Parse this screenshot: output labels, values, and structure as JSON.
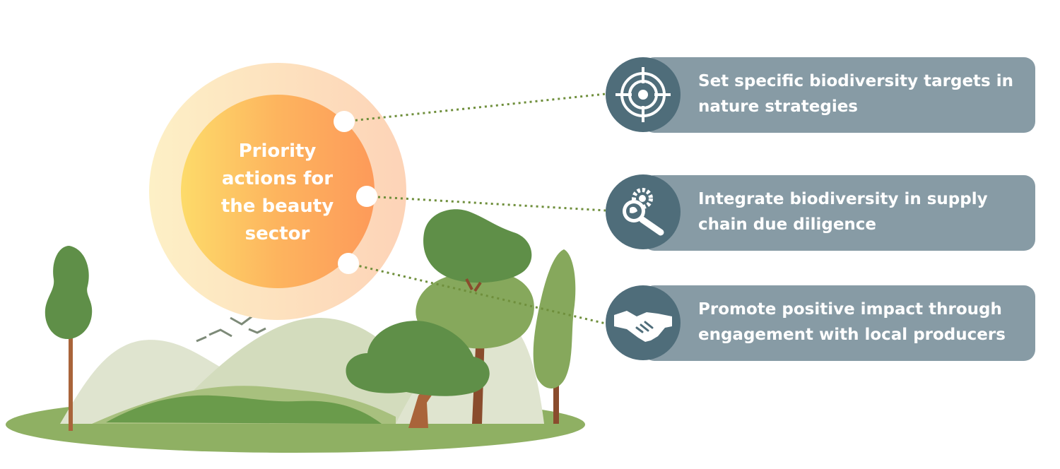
{
  "center": {
    "label": "Priority actions for the beauty sector"
  },
  "actions": [
    {
      "text": "Set specific biodiversity targets in nature strategies",
      "icon": "target-icon"
    },
    {
      "text": "Integrate biodiversity in supply chain due diligence",
      "icon": "gear-search-icon"
    },
    {
      "text": "Promote positive impact through engagement with local producers",
      "icon": "handshake-icon"
    }
  ],
  "colors": {
    "card": "#879ba5",
    "icon_circle": "#4f6d7a",
    "sun_inner": "#fcb25a",
    "sun_halo": "#fde7c2",
    "connector": "#6f8f3c",
    "tree_dark": "#5f8f48",
    "tree_light": "#86a85c",
    "hill": "#dfe4cf"
  }
}
